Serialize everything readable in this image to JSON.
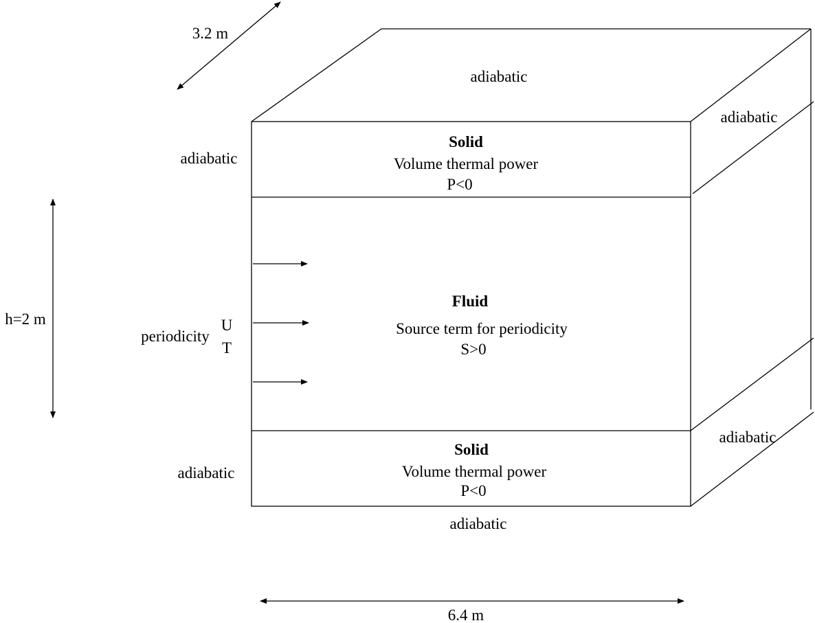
{
  "dimensions": {
    "depth": "3.2 m",
    "height": "h=2 m",
    "length": "6.4 m"
  },
  "boundaries": {
    "top": "adiabatic",
    "right_top": "adiabatic",
    "left_top_solid": "adiabatic",
    "left_bottom_solid": "adiabatic",
    "right_bottom": "adiabatic",
    "bottom": "adiabatic"
  },
  "inlet": {
    "label": "periodicity",
    "u": "U",
    "t": "T"
  },
  "top_solid": {
    "title": "Solid",
    "line1": "Volume thermal power",
    "line2": "P<0"
  },
  "fluid": {
    "title": "Fluid",
    "line1": "Source term for periodicity",
    "line2": "S>0"
  },
  "bottom_solid": {
    "title": "Solid",
    "line1": "Volume thermal power",
    "line2": "P<0"
  }
}
